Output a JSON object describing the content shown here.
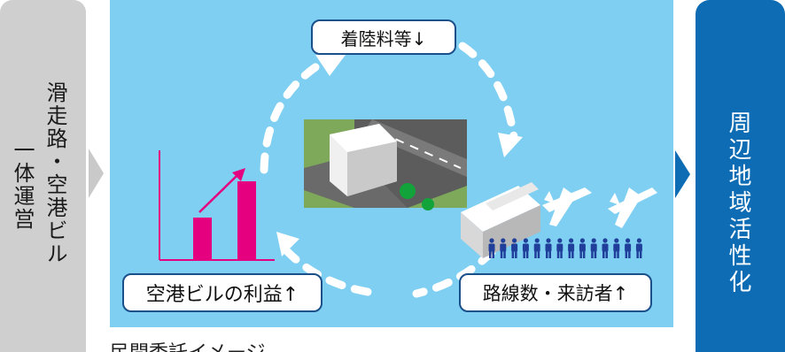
{
  "left": {
    "line1": "滑走路・空港ビル",
    "line2": "一体運営"
  },
  "right": {
    "text": "周辺地域活性化"
  },
  "cycle": {
    "top_label": "着陸料等↓",
    "left_label": "空港ビルの利益↑",
    "right_label": "路線数・来訪者↑"
  },
  "caption": "民間委託イメージ",
  "colors": {
    "left_panel": "#cfcfcf",
    "main_bg": "#7fcff2",
    "right_panel": "#0d6cb3",
    "chart": "#e4007f",
    "people": "#1f3f9a",
    "box_border": "#1a4f8a"
  }
}
